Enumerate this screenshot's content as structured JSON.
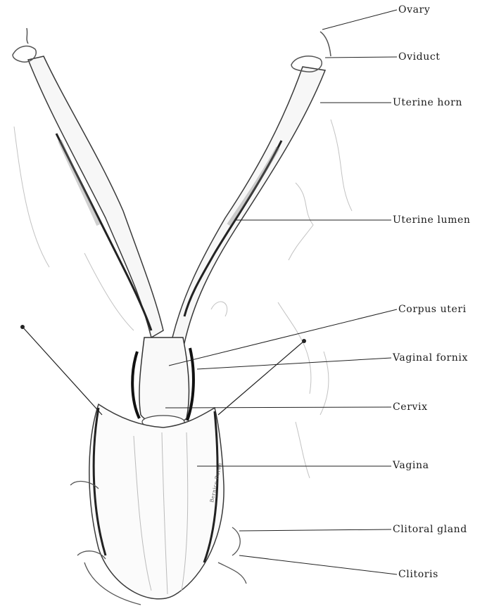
{
  "labels": {
    "ovary": "Ovary",
    "oviduct": "Oviduct",
    "uterine_horn": "Uterine horn",
    "uterine_lumen": "Uterine lumen",
    "corpus_uteri": "Corpus uteri",
    "vaginal_fornix": "Vaginal fornix",
    "cervix": "Cervix",
    "vagina": "Vagina",
    "clitoral_gland": "Clitoral gland",
    "clitoris": "Clitoris"
  },
  "signature": "Bernice Boren"
}
